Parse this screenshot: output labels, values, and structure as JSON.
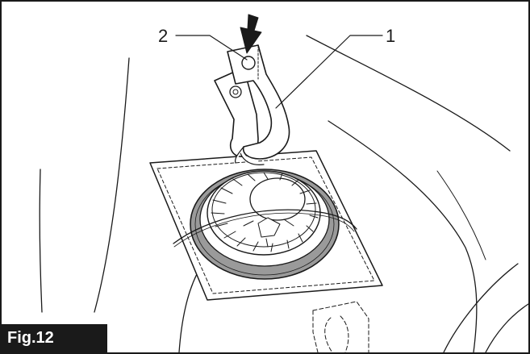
{
  "figure": {
    "caption": "Fig.12",
    "callouts": [
      {
        "number": "1"
      },
      {
        "number": "2"
      }
    ]
  },
  "colors": {
    "ink": "#1a1a1a",
    "ring_fill": "#9a9a9a",
    "caption_bg": "#1a1a1a",
    "caption_text": "#ffffff"
  },
  "icons": {
    "press_direction": "arrow-down-icon"
  }
}
